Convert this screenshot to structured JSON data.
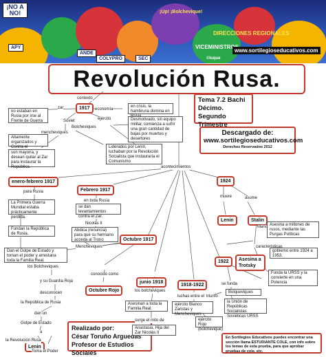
{
  "banner": {
    "sign_left": "¡NO A NO!",
    "banner_apy": "APY",
    "sign_ande": "ANDE",
    "sign_colypro": "COLYPRO",
    "sign_sec": "SEC",
    "sign_up": "¡Up! ¡Bolchevique!",
    "sign_direcciones": "DIRECCIONES REGIONALES",
    "sign_viceministros": "VICEMINISTROS",
    "site": "www.sortilegioseducativos.com",
    "signature": "©luque"
  },
  "title": "Revolución Rusa.",
  "info": {
    "tema_line1": "Tema 7.2 Bachi",
    "tema_line2": "Décimo. Segundo",
    "tema_line3": "Trimestre",
    "descargado_label": "Descargado de:",
    "descargado_site": "www.sortilegioseducativos.com",
    "derechos": "Derechos Reservados 2012",
    "realizado_label": "Realizado por:",
    "realizado_name": "César Toruño Arguedas",
    "realizado_role": "Profesor de Estudios Sociales",
    "promo": "En Sortilegios Educativos puedes encontrar una sección llama ESTUDIANTE COLE, con info sobre los temas de esta prueba, para que aprobar pruebas de cole, etc."
  },
  "nodes": {
    "contexto": "contexto",
    "year1917": "1917",
    "zar": "zar",
    "economia": "economía",
    "ejercito": "ejército",
    "soviet": "Soviet",
    "bolcheviques": "Bolcheviques",
    "mencheviques": "mencheviques",
    "acontecimientos": "acontecimientos",
    "enero_febrero": "enero-febrero 1917",
    "febrero": "Febrero 1917",
    "octubre": "Octubre 1917",
    "junio1918": "junio 1918",
    "p1918_1922": "1918-1922",
    "y1922": "1922",
    "y1924": "1924",
    "lenin": "Lenin",
    "stalin": "Stalin",
    "asesina_trotsky": "Asesina a Trotsky",
    "octubre_rojo": "Octubre Rojo",
    "muere": "muere",
    "asume": "asume",
    "para_rusia": "para Rusia",
    "en_toda_rusia": "en toda Rusia",
    "nicolas_ii": "Nicolás II",
    "mencheviques2": "Mencheviques",
    "los_bolcheviques": "los Bolcheviques",
    "su_guardia": "y su Guardia Roja",
    "desconocen": "desconocen",
    "rep_rusia2": "la República de Rusia",
    "dan_un": "dan un",
    "golpe": "Golpe de Estado",
    "a": "a",
    "rev_rusia": "la Revolución Rusa",
    "lenin_small": "Lenin",
    "toma_poder": "Toma el Poder",
    "conocido_como": "conocido como",
    "los_bolcheviques2": "los bolcheviques",
    "surge_mito": "surge el mito de",
    "luchas": "luchas entre el",
    "ejercito_blanco": "ejército Blanco Zaristas y Mencheviques",
    "ejercito_rojo": "ejército Rojo (bolchevique)",
    "triunfo": "triunfo",
    "se_funda": "se funda",
    "bolqueviques": "Bolqueviques",
    "la_union": "la Unión de Repúblicas Socialistas Soviéticas URSS",
    "mano_dura": "Mano dura",
    "caracteristicas": "características",
    "gobierno": "gobierno entre 1924 a 1953."
  },
  "boxes": {
    "no_estaban": "no estaban en Rusia por irse al Frente de Guerra",
    "alta_organizados": "Altamente organizados y Contra el gobierno.",
    "son_mayoria": "son mayoría, y desean quitar al Zar para instaurar la República.",
    "crisis": "en crisis, la hambruna domina en Rusia",
    "desmotivado": "Desmotivado, sin equipo militar, comienza a sufrir una gran cantidad de bajas por muertes y desertores",
    "liderados": "Liderados por Lenin, luchaban por la Revolución Socialista que instauraría el Comunismo",
    "primera_guerra": "La Primera Guerra Mundial estaba prácticamente perdida.",
    "fundan_rep": "Fundan la República de Rusia.",
    "golpe_dan": "Dan el Golpe de Estado y toman el poder y arrestana toda la Familia Real.",
    "levantamientos": "se dan levantamientos contra el Zar.",
    "abdica": "Abdica (renuncia) para que su hermano acceda al Trono",
    "asesinan": "Asesinan a toda la Familia Real.",
    "anastasia": "Anastasia, Hija del Zar Nicolás II",
    "asesina_millones": "Asesina a millones de rusos, mediante las Purgas Políticas",
    "funda_urss": "Funda la URSS y la convierte en una Potencia"
  }
}
